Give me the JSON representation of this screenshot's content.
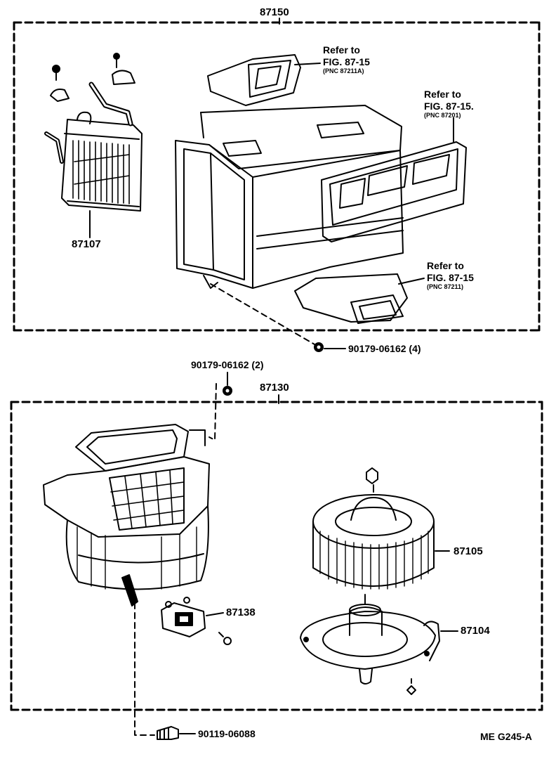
{
  "groups": {
    "upper_assembly": "87150",
    "lower_assembly": "87130"
  },
  "parts": {
    "heater_core": "87107",
    "blower_fan": "87105",
    "blower_motor": "87104",
    "resistor": "87138",
    "clip_upper": "90179-06162 (4)",
    "clip_lower": "90179-06162 (2)",
    "screw": "90119-06088"
  },
  "refs": [
    {
      "line1": "Refer to",
      "line2": "FIG. 87-15",
      "pnc": "(PNC 87211A)"
    },
    {
      "line1": "Refer to",
      "line2": "FIG. 87-15.",
      "pnc": "(PNC 87201)"
    },
    {
      "line1": "Refer to",
      "line2": "FIG. 87-15",
      "pnc": "(PNC 87211)"
    }
  ],
  "figure_code": "ME G245-A"
}
